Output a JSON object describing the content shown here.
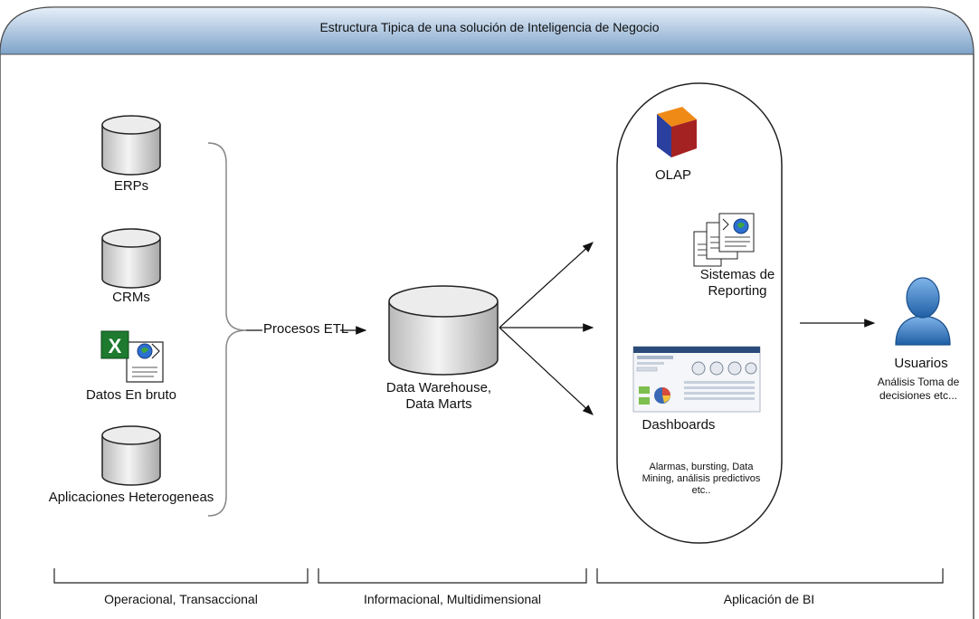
{
  "title": "Estructura Tipica de una solución de Inteligencia de Negocio",
  "sources": {
    "erps": "ERPs",
    "crms": "CRMs",
    "raw_data": "Datos En bruto",
    "apps": "Aplicaciones Heterogeneas"
  },
  "etl_label": "Procesos ETL",
  "warehouse": {
    "line1": "Data Warehouse,",
    "line2": "Data Marts"
  },
  "bi_apps": {
    "olap": "OLAP",
    "reporting_line1": "Sistemas de",
    "reporting_line2": "Reporting",
    "dashboards": "Dashboards",
    "extras": "Alarmas, bursting, Data Mining, análisis predictivos etc.."
  },
  "users": {
    "title": "Usuarios",
    "subtitle": "Análisis Toma de decisiones etc..."
  },
  "layers": {
    "operational": "Operacional, Transaccional",
    "informational": "Informacional, Multidimensional",
    "bi": "Aplicación de BI"
  },
  "colors": {
    "header_top": "#e2edf8",
    "header_bottom": "#7fa6cc",
    "cylinder": "#d8d8d8",
    "excel_green": "#1d7a2e",
    "user_blue": "#2f78c2"
  },
  "icons": [
    "database-icon",
    "excel-icon",
    "cube-icon",
    "report-icon",
    "dashboard-screenshot",
    "user-icon"
  ]
}
